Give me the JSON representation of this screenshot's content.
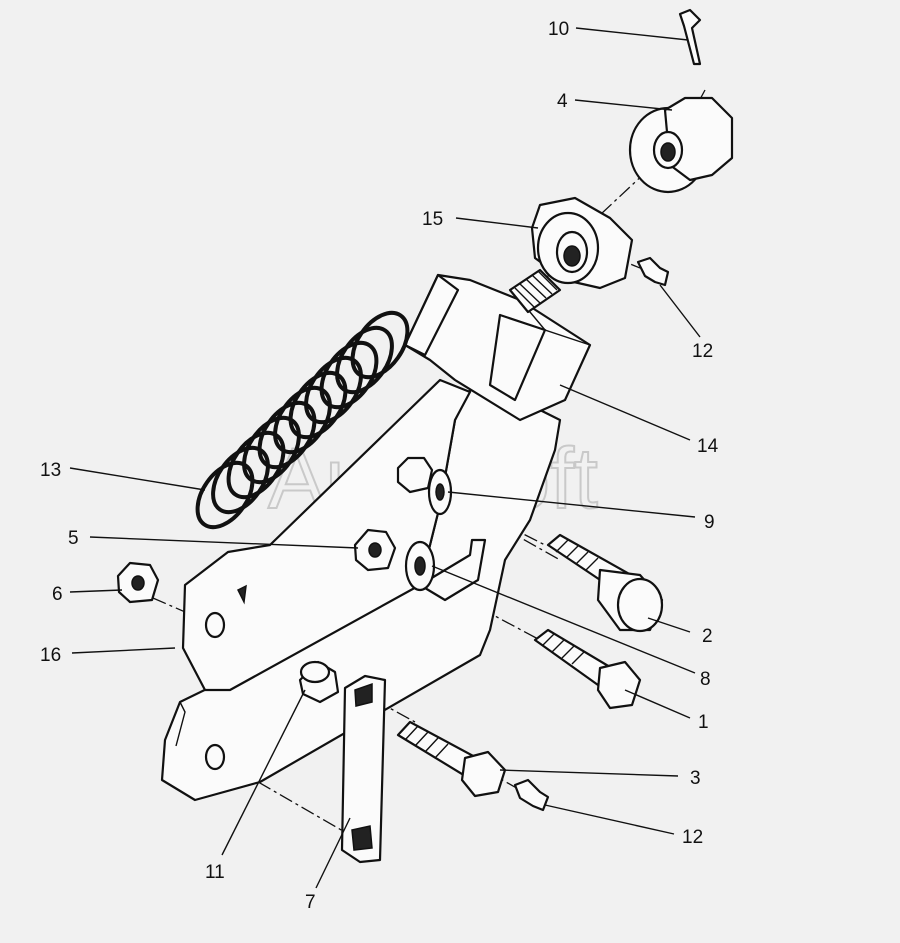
{
  "watermark": "AutoSoft",
  "callouts": [
    {
      "id": "c10",
      "text": "10"
    },
    {
      "id": "c4",
      "text": "4"
    },
    {
      "id": "c15",
      "text": "15"
    },
    {
      "id": "c12a",
      "text": "12"
    },
    {
      "id": "c14",
      "text": "14"
    },
    {
      "id": "c13",
      "text": "13"
    },
    {
      "id": "c9",
      "text": "9"
    },
    {
      "id": "c5",
      "text": "5"
    },
    {
      "id": "c6",
      "text": "6"
    },
    {
      "id": "c2",
      "text": "2"
    },
    {
      "id": "c16",
      "text": "16"
    },
    {
      "id": "c8",
      "text": "8"
    },
    {
      "id": "c1",
      "text": "1"
    },
    {
      "id": "c3",
      "text": "3"
    },
    {
      "id": "c12b",
      "text": "12"
    },
    {
      "id": "c11",
      "text": "11"
    },
    {
      "id": "c7",
      "text": "7"
    }
  ]
}
